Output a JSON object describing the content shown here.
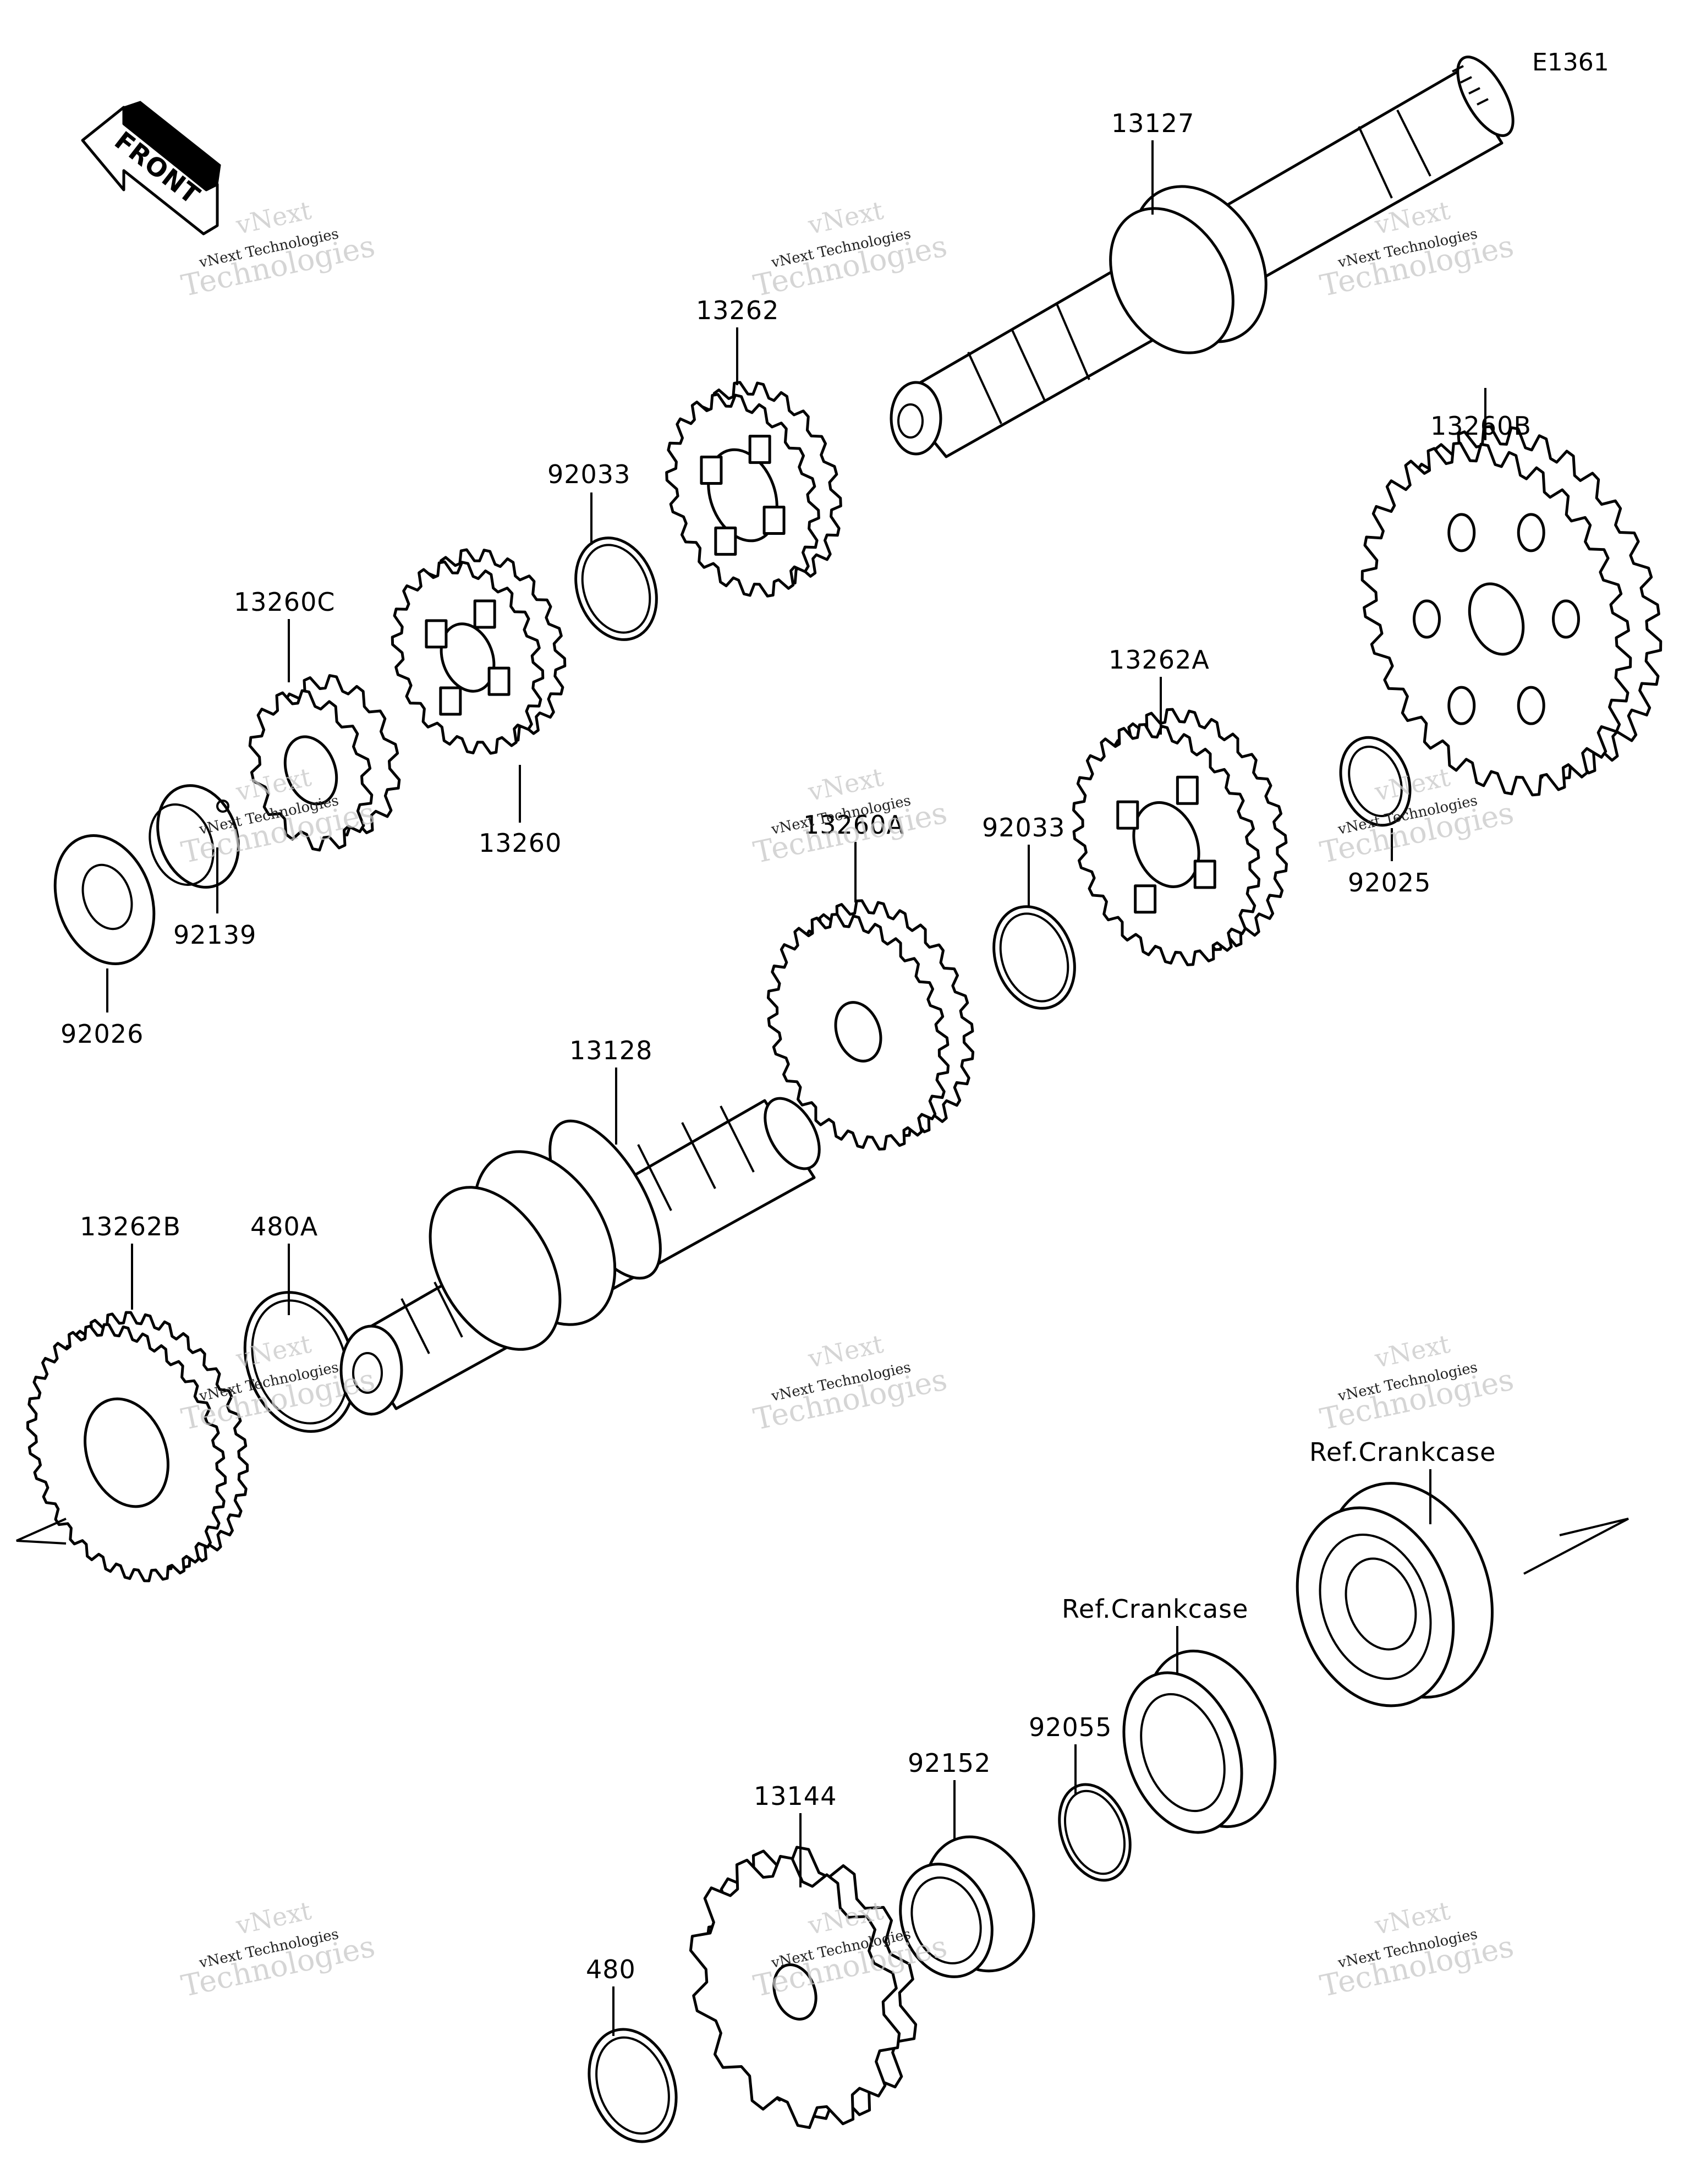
{
  "diagram_code": "E1361",
  "front_arrow_label": "FRONT",
  "watermark": {
    "line1": "vNext",
    "line2": "vNext Technologies",
    "line3": "Technologies"
  },
  "parts": {
    "p13127": "13127",
    "p13262": "13262",
    "p92033_top": "92033",
    "p13260C": "13260C",
    "p13260": "13260",
    "p92139": "92139",
    "p92026": "92026",
    "p13260B": "13260B",
    "p13262A": "13262A",
    "p92025": "92025",
    "p13260A": "13260A",
    "p92033_mid": "92033",
    "p13128": "13128",
    "p13262B": "13262B",
    "p480A": "480A",
    "ref_crankcase_1": "Ref.Crankcase",
    "ref_crankcase_2": "Ref.Crankcase",
    "p92055": "92055",
    "p92152": "92152",
    "p13144": "13144",
    "p480": "480"
  }
}
